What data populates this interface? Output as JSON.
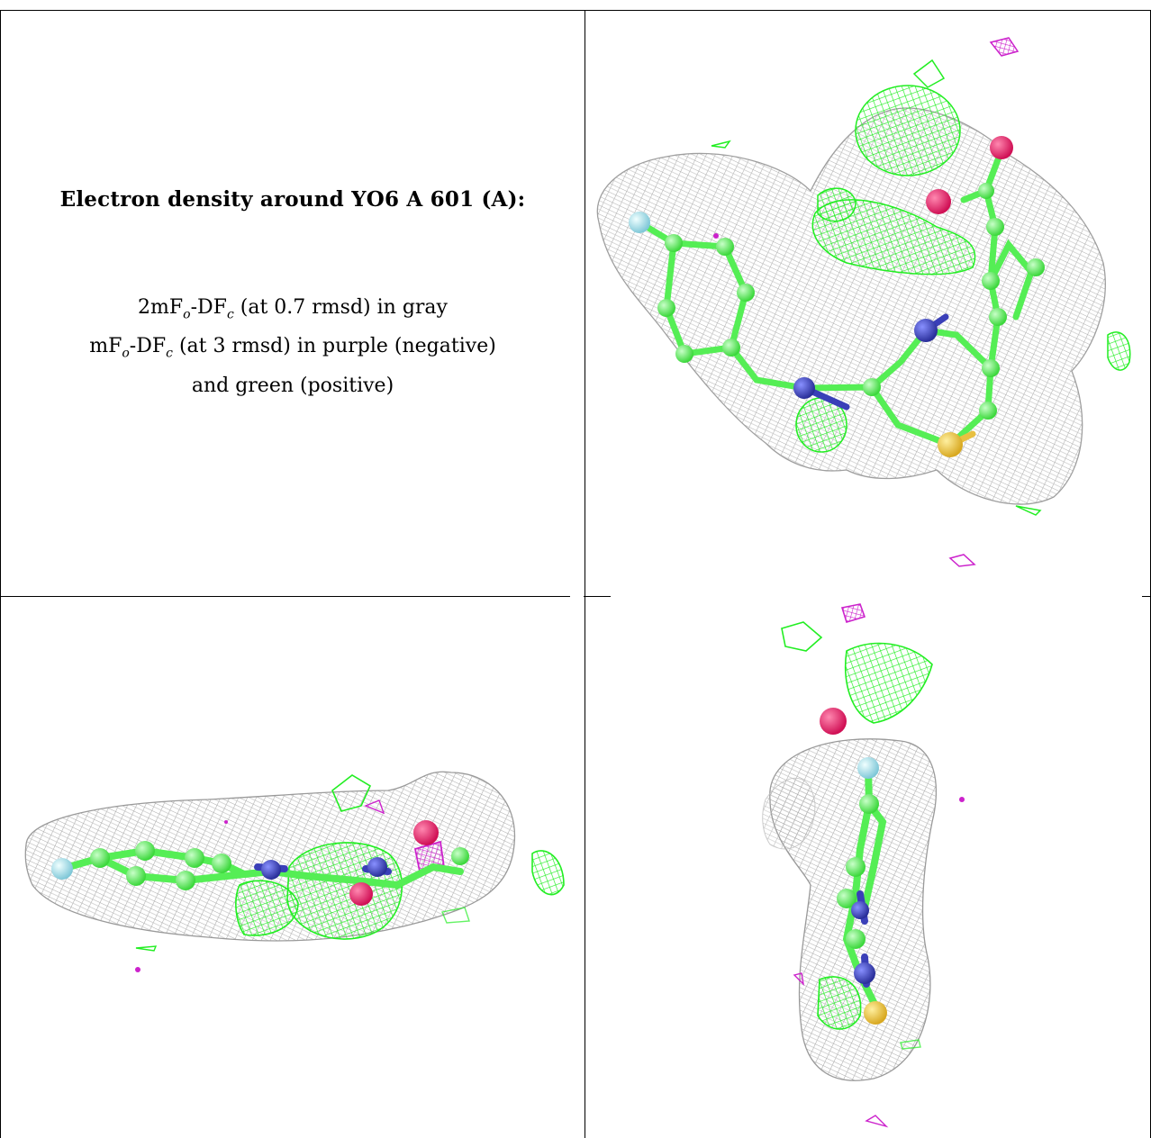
{
  "caption": {
    "title": "Electron density around YO6 A 601 (A):",
    "line1_prefix": "2mF",
    "line1_sub1": "o",
    "line1_mid": "-DF",
    "line1_sub2": "c",
    "line1_suffix": " (at 0.7 rmsd) in gray",
    "line2_prefix": "mF",
    "line2_sub1": "o",
    "line2_mid": "-DF",
    "line2_sub2": "c",
    "line2_suffix": " (at 3 rmsd) in purple (negative)",
    "line3": "and green (positive)"
  },
  "colors": {
    "map_2fofc": "#a8a8a8",
    "map_fofc_positive": "#22ee22",
    "map_fofc_negative": "#cc22cc",
    "carbon": "#55ee55",
    "nitrogen": "#3a3fb8",
    "oxygen": "#ee1f66",
    "sulfur": "#e8c040",
    "fluorine": "#a0dde8"
  },
  "views": [
    {
      "name": "view-top-right",
      "orientation": "face-on"
    },
    {
      "name": "view-bottom-left",
      "orientation": "edge-on horizontal"
    },
    {
      "name": "view-bottom-right",
      "orientation": "edge-on vertical"
    }
  ]
}
